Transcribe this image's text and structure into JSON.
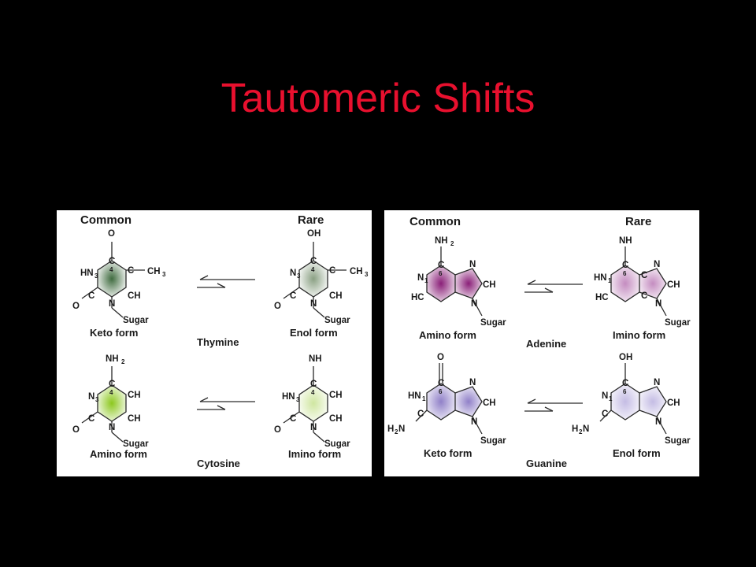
{
  "slide": {
    "title": "Tautomeric Shifts"
  },
  "colors": {
    "background": "#000000",
    "title": "#e8102e",
    "panel": "#ffffff"
  },
  "pyrimidines": {
    "common_header": "Common",
    "rare_header": "Rare",
    "thymine": {
      "name": "Thymine",
      "common_form": "Keto form",
      "rare_form": "Enol form",
      "common_color": "#3f6b3f",
      "rare_color": "#8aa083"
    },
    "cytosine": {
      "name": "Cytosine",
      "common_form": "Amino form",
      "rare_form": "Imino form",
      "common_color": "#8cc81e",
      "rare_color": "#cfe6a0"
    }
  },
  "purines": {
    "common_header": "Common",
    "rare_header": "Rare",
    "adenine": {
      "name": "Adenine",
      "common_form": "Amino form",
      "rare_form": "Imino form",
      "common_color": "#8a1f78",
      "rare_color": "#c48cc0"
    },
    "guanine": {
      "name": "Guanine",
      "common_form": "Keto form",
      "rare_form": "Enol form",
      "common_color": "#9080c8",
      "rare_color": "#c4bce4"
    }
  },
  "atoms": {
    "O": "O",
    "OH": "OH",
    "C": "C",
    "N": "N",
    "HN": "HN",
    "HC": "HC",
    "CH": "CH",
    "CH3": "CH",
    "NH2": "NH",
    "NH": "NH",
    "H2N": "H",
    "N_right": "N",
    "sugar": "Sugar",
    "sub_2": "2",
    "sub_3": "3",
    "sub_1": "1",
    "sub_4": "4",
    "sub_6": "6"
  }
}
